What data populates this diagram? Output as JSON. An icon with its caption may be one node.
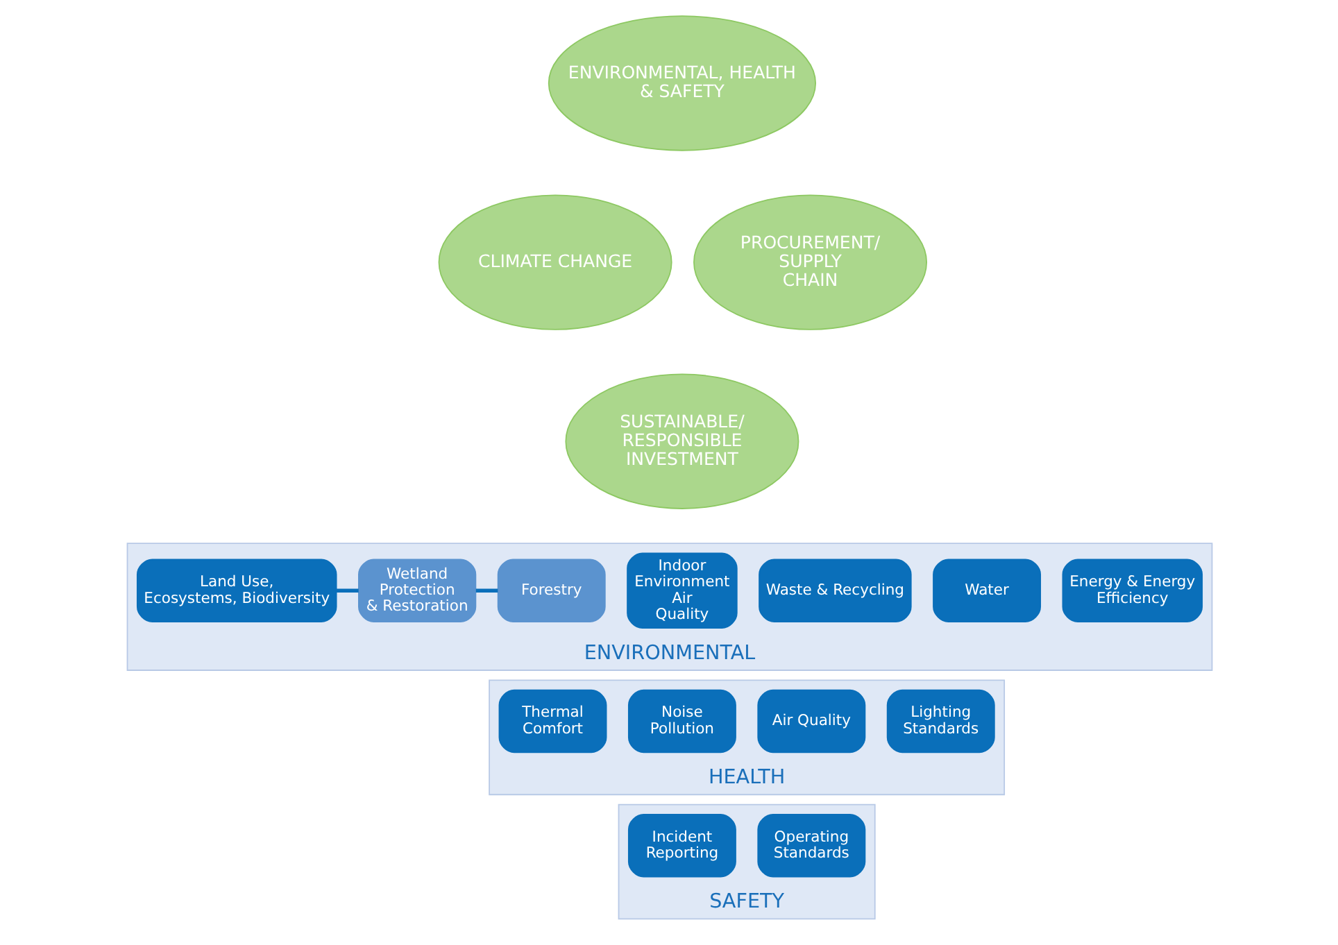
{
  "diagram": {
    "nodes": [
      {
        "text": [
          "ENVIRONMENTAL, HEALTH & SAFETY"
        ]
      },
      {
        "text": [
          "CLIMATE CHANGE"
        ]
      },
      {
        "text": [
          "PROCUREMENT/ SUPPLY CHAIN"
        ]
      },
      {
        "text": [
          "SUSTAINABLE/ RESPONSIBLE INVESTMENT"
        ]
      },
      {
        "text": [
          "ENVIRONMENTAL"
        ]
      },
      {
        "text": [
          "Energy & Energy Efficiency"
        ],
        "in": 4
      },
      {
        "text": [
          "Water"
        ],
        "in": 4
      },
      {
        "text": [
          "Waste & Recycling"
        ],
        "in": 4
      },
      {
        "text": [
          "Indoor Environment Air Quality"
        ],
        "in": 4
      },
      {
        "text": [
          "Land Use, Ecosystems, Biodiversity"
        ],
        "in": 4
      },
      {
        "text": [
          "Wetland Protection & Restoration"
        ],
        "in": 4
      },
      {
        "text": [
          "Forestry"
        ],
        "in": 4
      },
      {
        "text": [
          "HEALTH"
        ]
      },
      {
        "text": [
          "Lighting Standards"
        ],
        "in": 12
      },
      {
        "text": [
          "Air Quality"
        ],
        "in": 12
      },
      {
        "text": [
          "Noise Pollution"
        ],
        "in": 12
      },
      {
        "text": [
          "Thermal Comfort"
        ],
        "in": 12
      },
      {
        "text": [
          "SAFETY"
        ]
      },
      {
        "text": [
          "Operating Standards"
        ],
        "in": 17
      },
      {
        "text": [
          "Incident Reporting"
        ],
        "in": 17
      }
    ],
    "edges": [
      {
        "from": 9,
        "to": 10,
        "arrow": "none"
      },
      {
        "from": 10,
        "to": 11,
        "arrow": "none"
      }
    ]
  }
}
